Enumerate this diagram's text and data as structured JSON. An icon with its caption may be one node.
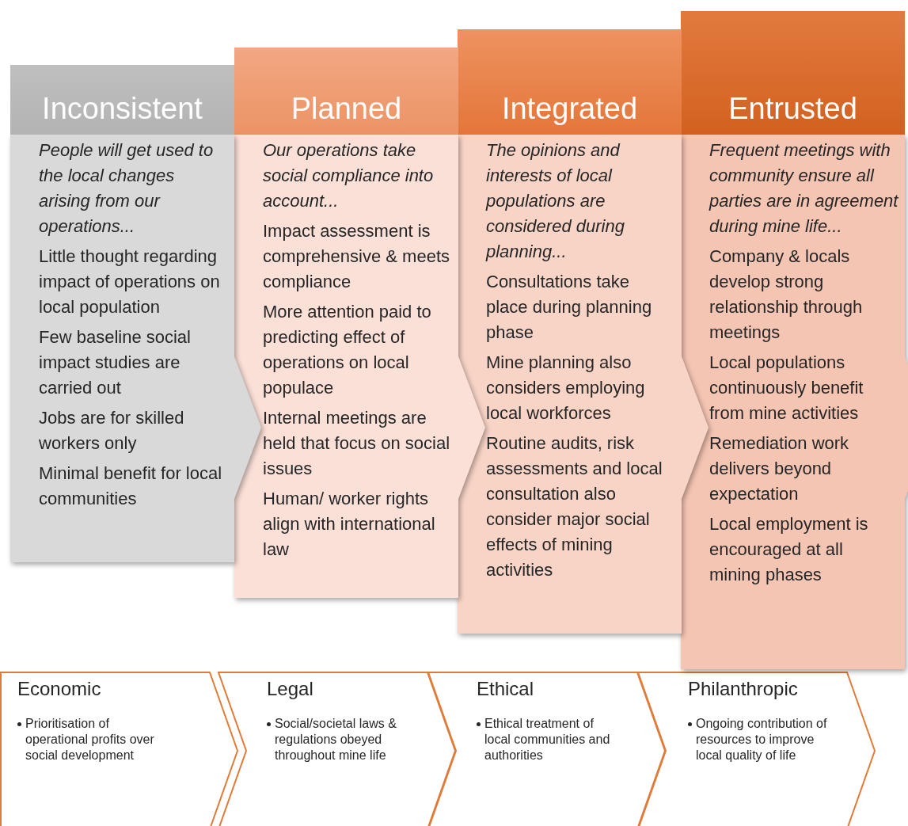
{
  "diagram": {
    "nodes": [
      {
        "text": [
          "Inconsistent",
          "People will get used to the local changes arising from our operations...",
          "Little thought regarding impact of operations on local population",
          "Few baseline social impact studies are carried out",
          "Jobs are for skilled workers only",
          "Minimal benefit for local communities"
        ]
      },
      {
        "text": [
          "Planned",
          "Our operations take social compliance into account...",
          "Impact assessment is comprehensive & meets compliance",
          "More attention paid to predicting effect of operations on local populace",
          "Internal meetings are held that focus on social issues",
          "Human/ worker rights align with international law"
        ]
      },
      {
        "text": [
          "Integrated",
          "The opinions and interests of local populations are considered during planning...",
          "Consultations take place during planning phase",
          "Mine planning also considers employing local workforces",
          "Routine audits, risk assessments and local consultation also consider major social effects of mining activities"
        ]
      },
      {
        "text": [
          "Entrusted",
          "Frequent meetings with community ensure all parties are in agreement during mine life...",
          "Company & locals develop strong relationship through meetings",
          "Local populations continuously benefit from mine activities",
          "Remediation work delivers beyond expectation",
          "Local employment is encouraged at all mining phases"
        ]
      },
      {
        "text": [
          "Economic",
          "Prioritisation of operational profits over social development"
        ]
      },
      {
        "text": [
          "Legal",
          "Social/societal laws & regulations obeyed throughout mine life"
        ]
      },
      {
        "text": [
          "Ethical",
          "Ethical treatment of local communities and authorities"
        ]
      },
      {
        "text": [
          "Philanthropic",
          "Ongoing contribution of resources to improve local quality of life"
        ]
      }
    ],
    "edges": []
  }
}
